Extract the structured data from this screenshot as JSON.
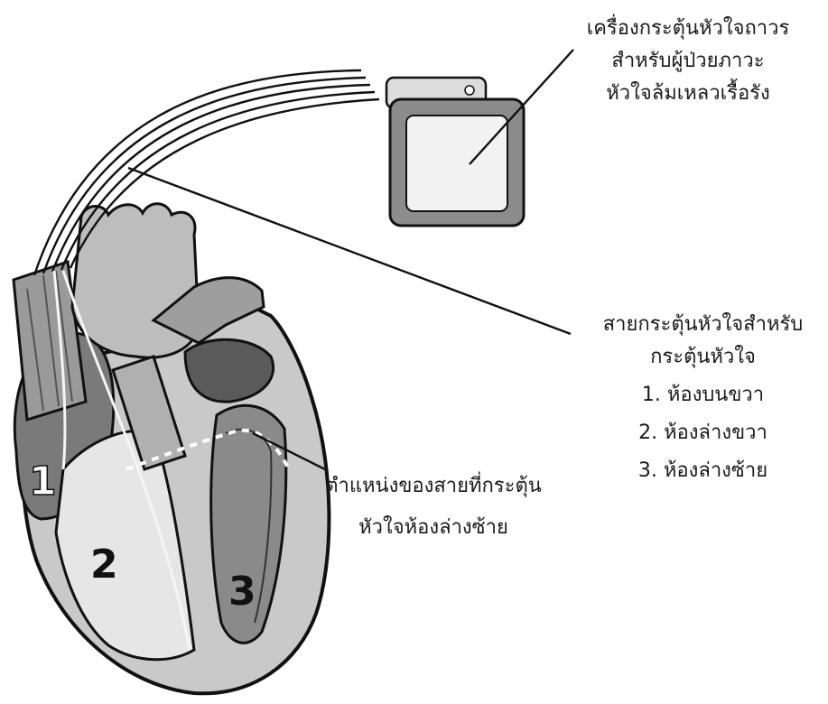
{
  "pacemaker_label": {
    "lines": [
      "เครื่องกระตุ้นหัวใจถาวร",
      "สำหรับผู้ป่วยภาวะ",
      "หัวใจล้มเหลวเรื้อรัง"
    ]
  },
  "leads_label": {
    "lines": [
      "สายกระตุ้นหัวใจสำหรับ",
      "กระตุ้นหัวใจ",
      "1. ห้องบนขวา",
      "2. ห้องล่างขวา",
      "3. ห้องล่างซ้าย"
    ]
  },
  "lv_position_label": {
    "lines": [
      "ตำแหน่งของสายที่กระตุ้น",
      "หัวใจห้องล่างซ้าย"
    ]
  },
  "chamber_numbers": [
    "1",
    "2",
    "3"
  ],
  "colors": {
    "heart_fill": "#bdbdbd",
    "heart_dark": "#6e6e6e",
    "outline": "#111111",
    "device_frame": "#8c8c8c",
    "device_screen": "#f2f2f2"
  }
}
